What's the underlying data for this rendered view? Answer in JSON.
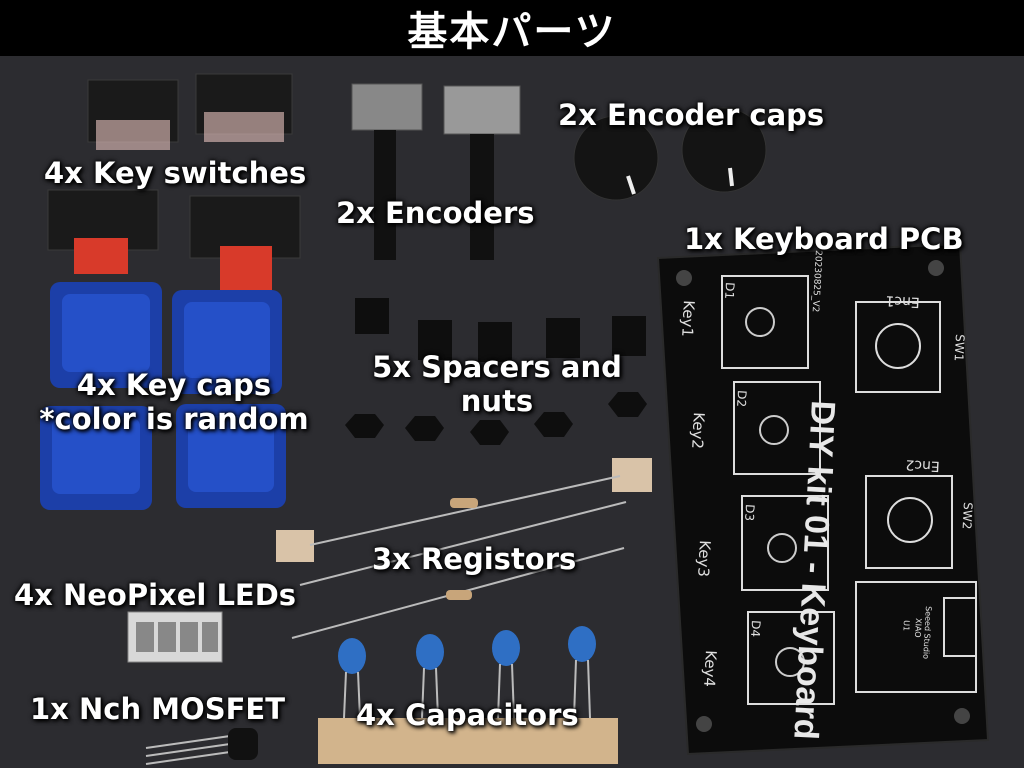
{
  "header": {
    "title": "基本パーツ"
  },
  "labels": {
    "key_switches": "4x Key switches",
    "encoders": "2x Encoders",
    "encoder_caps": "2x Encoder caps",
    "keyboard_pcb": "1x Keyboard PCB",
    "key_caps_line1": "4x Key caps",
    "key_caps_line2": "*color is random",
    "spacers_line1": "5x Spacers and",
    "spacers_line2": "nuts",
    "registors": "3x Registors",
    "neopixel": "4x NeoPixel LEDs",
    "mosfet": "1x Nch MOSFET",
    "capacitors": "4x Capacitors"
  },
  "pcb": {
    "title": "DIY kit 01 - Keyboard",
    "key1": "Key1",
    "key2": "Key2",
    "key3": "Key3",
    "key4": "Key4",
    "d1": "D1",
    "d2": "D2",
    "d3": "D3",
    "d4": "D4",
    "enc1": "Enc1",
    "enc2": "Enc2",
    "sw1": "SW1",
    "sw2": "SW2",
    "seeed": "Seeed Studio",
    "xiao": "XIAO",
    "u1": "U1",
    "rev": "20230825_V2"
  },
  "colors": {
    "cloth": "#2c2c30",
    "keycap_blue": "#1c3fa8",
    "switch_red": "#d83a2a",
    "pcb_black": "#0c0c0c",
    "capacitor_blue": "#2f6fc4"
  }
}
